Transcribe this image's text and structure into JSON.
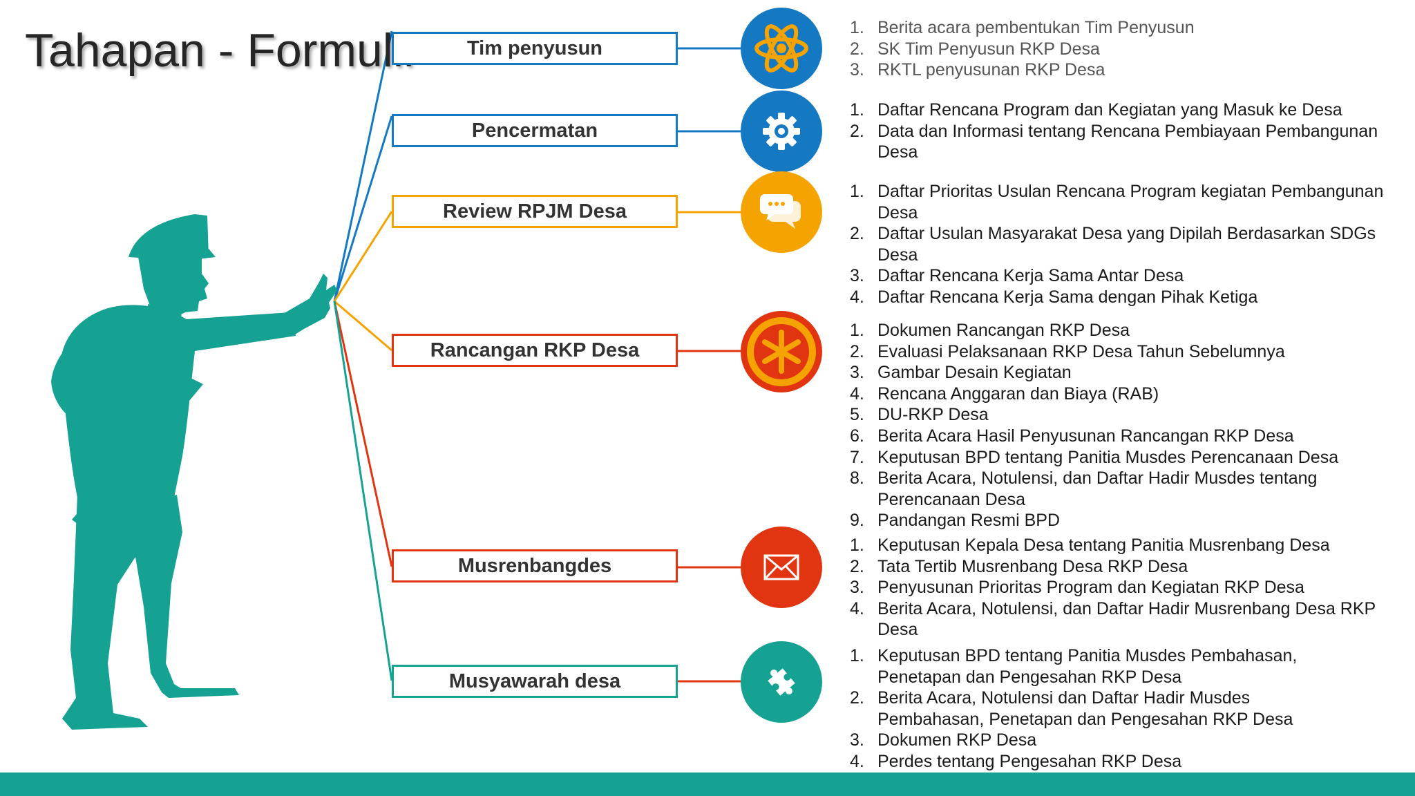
{
  "title": "Tahapan - Formulir",
  "colors": {
    "teal": "#15a292",
    "blue": "#1479c2",
    "orange": "#f5a300",
    "red": "#e03510",
    "text": "#333333"
  },
  "stages": [
    {
      "label": "Tim penyusun",
      "color": "#1479c2",
      "icon": "atom-icon",
      "items": [
        {
          "num": "1.",
          "text": "Berita acara pembentukan Tim Penyusun"
        },
        {
          "num": "2.",
          "text": "SK Tim Penyusun RKP Desa"
        },
        {
          "num": "3.",
          "text": "RKTL penyusunan RKP Desa"
        }
      ]
    },
    {
      "label": "Pencermatan",
      "color": "#1479c2",
      "icon": "gear-icon",
      "items": [
        {
          "num": "1.",
          "text": "Daftar Rencana Program dan Kegiatan yang Masuk ke Desa"
        },
        {
          "num": "2.",
          "text": "Data dan Informasi tentang Rencana Pembiayaan Pembangunan Desa"
        }
      ]
    },
    {
      "label": "Review RPJM Desa",
      "color": "#f5a300",
      "icon": "chat-bubbles-icon",
      "items": [
        {
          "num": "1.",
          "text": "Daftar Prioritas Usulan Rencana Program kegiatan Pembangunan Desa"
        },
        {
          "num": "2.",
          "text": "Daftar Usulan Masyarakat Desa yang Dipilah Berdasarkan SDGs Desa"
        },
        {
          "num": "3.",
          "text": "Daftar Rencana Kerja Sama Antar Desa"
        },
        {
          "num": "4.",
          "text": "Daftar Rencana Kerja Sama dengan Pihak Ketiga"
        }
      ]
    },
    {
      "label": "Rancangan RKP Desa",
      "color": "#e03510",
      "icon": "asterisk-icon",
      "items": [
        {
          "num": "1.",
          "text": "Dokumen Rancangan RKP Desa"
        },
        {
          "num": "2.",
          "text": "Evaluasi Pelaksanaan RKP Desa Tahun Sebelumnya"
        },
        {
          "num": "3.",
          "text": "Gambar Desain Kegiatan"
        },
        {
          "num": "4.",
          "text": "Rencana Anggaran dan Biaya (RAB)"
        },
        {
          "num": "5.",
          "text": "DU-RKP Desa"
        },
        {
          "num": "6.",
          "text": "Berita Acara Hasil Penyusunan Rancangan RKP Desa"
        },
        {
          "num": "7.",
          "text": "Keputusan BPD tentang Panitia Musdes Perencanaan Desa"
        },
        {
          "num": "8.",
          "text": "Berita Acara, Notulensi, dan Daftar Hadir Musdes tentang Perencanaan Desa"
        },
        {
          "num": "9.",
          "text": "Pandangan Resmi BPD"
        }
      ]
    },
    {
      "label": "Musrenbangdes",
      "color": "#e03510",
      "icon": "envelope-icon",
      "items": [
        {
          "num": "1.",
          "text": "Keputusan Kepala Desa tentang Panitia Musrenbang Desa"
        },
        {
          "num": "2.",
          "text": "Tata Tertib Musrenbang Desa RKP Desa"
        },
        {
          "num": "3.",
          "text": "Penyusunan Prioritas Program dan Kegiatan RKP Desa"
        },
        {
          "num": "4.",
          "text": "Berita Acara, Notulensi, dan Daftar Hadir Musrenbang Desa RKP Desa"
        }
      ]
    },
    {
      "label": "Musyawarah desa",
      "color": "#15a292",
      "icon": "puzzle-icon",
      "items": [
        {
          "num": "1.",
          "text": "Keputusan BPD tentang Panitia Musdes Pembahasan, Penetapan dan Pengesahan RKP Desa"
        },
        {
          "num": "2.",
          "text": "Berita Acara, Notulensi dan Daftar Hadir Musdes Pembahasan, Penetapan dan Pengesahan RKP Desa"
        },
        {
          "num": "3.",
          "text": "Dokumen RKP Desa"
        },
        {
          "num": "4.",
          "text": "Perdes tentang Pengesahan RKP Desa"
        }
      ]
    }
  ]
}
